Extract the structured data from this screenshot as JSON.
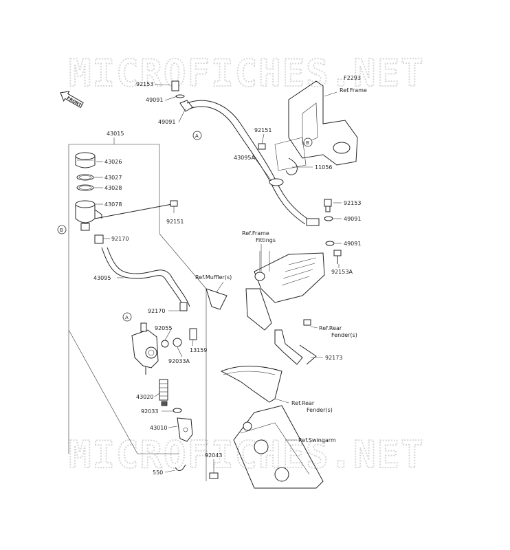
{
  "watermark": "MICROFICHES.NET",
  "figure_code": "F2293",
  "front_label": "FRONT",
  "callouts": {
    "a": "A",
    "b": "B"
  },
  "labels": {
    "p92153_top": "92153",
    "p49091_a": "49091",
    "p49091_b": "49091",
    "p43015": "43015",
    "p43026": "43026",
    "p43027": "43027",
    "p43028": "43028",
    "p43078": "43078",
    "p92151_left": "92151",
    "p92170_a": "92170",
    "p43095": "43095",
    "p92170_b": "92170",
    "p92055": "92055",
    "p92033A": "92033A",
    "p13159": "13159",
    "p43020": "43020",
    "p92033": "92033",
    "p43010": "43010",
    "p550": "550",
    "p92043": "92043",
    "p92151_right": "92151",
    "p11056": "11056",
    "p43095A": "43095A",
    "p92153_right": "92153",
    "p49091_c": "49091",
    "p49091_d": "49091",
    "p92153A": "92153A",
    "p92173": "92173",
    "ref_frame": "Ref.Frame",
    "ref_frame_fittings_1": "Ref.Frame",
    "ref_frame_fittings_2": "Fittings",
    "ref_muffler": "Ref.Muffler(s)",
    "ref_rear_fender_a1": "Ref.Rear",
    "ref_rear_fender_a2": "Fender(s)",
    "ref_rear_fender_b1": "Ref.Rear",
    "ref_rear_fender_b2": "Fender(s)",
    "ref_swingarm": "Ref.Swingarm"
  }
}
